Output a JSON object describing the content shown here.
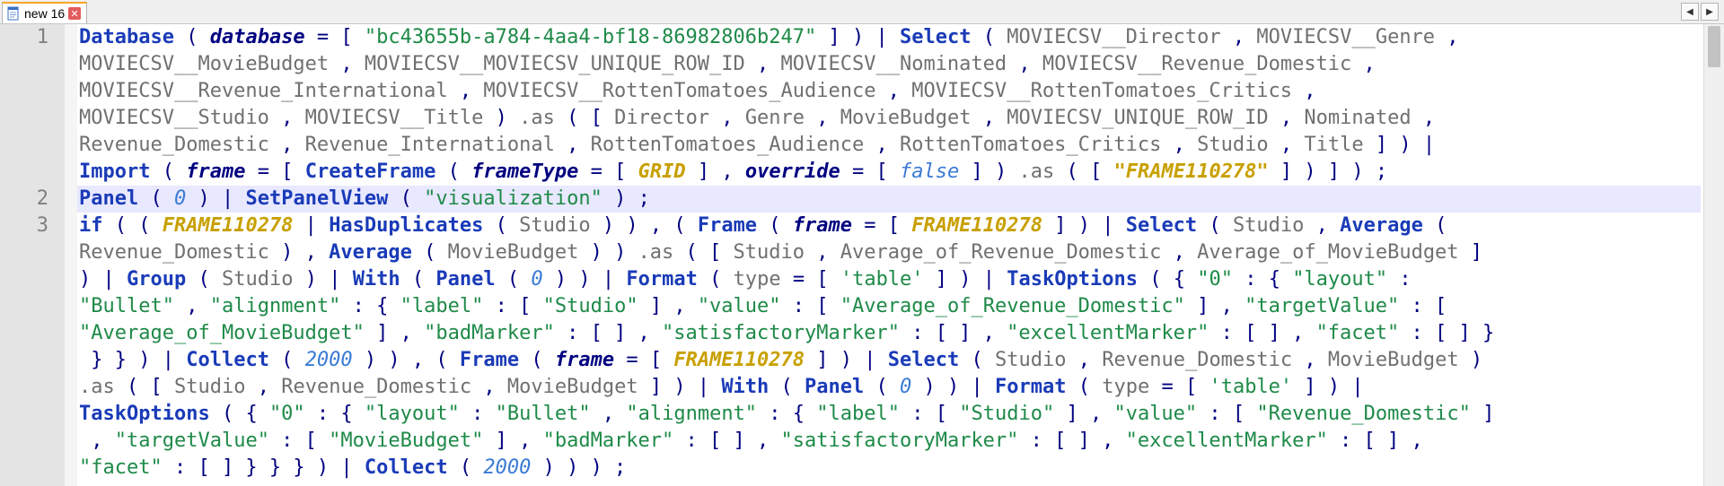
{
  "tab": {
    "title": "new 16",
    "close_glyph": "✕",
    "icon": "notepad-file-icon"
  },
  "nav": {
    "left": "◀",
    "right": "▶"
  },
  "line_numbers": [
    "1",
    "2",
    "3"
  ],
  "code_lines": [
    [
      [
        "kw",
        "Database"
      ],
      [
        "op",
        " ( "
      ],
      [
        "param",
        "database"
      ],
      [
        "op",
        " = [ "
      ],
      [
        "str",
        "\"bc43655b-a784-4aa4-bf18-86982806b247\""
      ],
      [
        "op",
        " ] ) | "
      ],
      [
        "kw",
        "Select"
      ],
      [
        "op",
        " ( "
      ],
      [
        "id",
        "MOVIECSV__Director"
      ],
      [
        "op",
        " , "
      ],
      [
        "id",
        "MOVIECSV__Genre"
      ],
      [
        "op",
        " ,"
      ]
    ],
    [
      [
        "id",
        "MOVIECSV__MovieBudget"
      ],
      [
        "op",
        " , "
      ],
      [
        "id",
        "MOVIECSV__MOVIECSV_UNIQUE_ROW_ID"
      ],
      [
        "op",
        " , "
      ],
      [
        "id",
        "MOVIECSV__Nominated"
      ],
      [
        "op",
        " , "
      ],
      [
        "id",
        "MOVIECSV__Revenue_Domestic"
      ],
      [
        "op",
        " ,"
      ]
    ],
    [
      [
        "id",
        "MOVIECSV__Revenue_International"
      ],
      [
        "op",
        " , "
      ],
      [
        "id",
        "MOVIECSV__RottenTomatoes_Audience"
      ],
      [
        "op",
        " , "
      ],
      [
        "id",
        "MOVIECSV__RottenTomatoes_Critics"
      ],
      [
        "op",
        " ,"
      ]
    ],
    [
      [
        "id",
        "MOVIECSV__Studio"
      ],
      [
        "op",
        " , "
      ],
      [
        "id",
        "MOVIECSV__Title"
      ],
      [
        "op",
        " ) "
      ],
      [
        "id",
        ".as"
      ],
      [
        "op",
        " ( [ "
      ],
      [
        "id",
        "Director"
      ],
      [
        "op",
        " , "
      ],
      [
        "id",
        "Genre"
      ],
      [
        "op",
        " , "
      ],
      [
        "id",
        "MovieBudget"
      ],
      [
        "op",
        " , "
      ],
      [
        "id",
        "MOVIECSV_UNIQUE_ROW_ID"
      ],
      [
        "op",
        " , "
      ],
      [
        "id",
        "Nominated"
      ],
      [
        "op",
        " ,"
      ]
    ],
    [
      [
        "id",
        "Revenue_Domestic"
      ],
      [
        "op",
        " , "
      ],
      [
        "id",
        "Revenue_International"
      ],
      [
        "op",
        " , "
      ],
      [
        "id",
        "RottenTomatoes_Audience"
      ],
      [
        "op",
        " , "
      ],
      [
        "id",
        "RottenTomatoes_Critics"
      ],
      [
        "op",
        " , "
      ],
      [
        "id",
        "Studio"
      ],
      [
        "op",
        " , "
      ],
      [
        "id",
        "Title"
      ],
      [
        "op",
        " ] ) |"
      ]
    ],
    [
      [
        "kw",
        "Import"
      ],
      [
        "op",
        " ( "
      ],
      [
        "param",
        "frame"
      ],
      [
        "op",
        " = [ "
      ],
      [
        "fn",
        "CreateFrame"
      ],
      [
        "op",
        " ( "
      ],
      [
        "param",
        "frameType"
      ],
      [
        "op",
        " = [ "
      ],
      [
        "frame",
        "GRID"
      ],
      [
        "op",
        " ] , "
      ],
      [
        "param",
        "override"
      ],
      [
        "op",
        " = [ "
      ],
      [
        "bool",
        "false"
      ],
      [
        "op",
        " ] ) "
      ],
      [
        "id",
        ".as"
      ],
      [
        "op",
        " ( [ "
      ],
      [
        "frame",
        "\"FRAME110278\""
      ],
      [
        "op",
        " ] ) ] ) ;"
      ]
    ],
    [
      [
        "kw",
        "Panel"
      ],
      [
        "op",
        " ( "
      ],
      [
        "num",
        "0"
      ],
      [
        "op",
        " ) | "
      ],
      [
        "kw",
        "SetPanelView"
      ],
      [
        "op",
        " ( "
      ],
      [
        "str",
        "\"visualization\""
      ],
      [
        "op",
        " ) ;"
      ]
    ],
    [
      [
        "kw",
        "if"
      ],
      [
        "op",
        " ( ( "
      ],
      [
        "frame",
        "FRAME110278"
      ],
      [
        "op",
        " | "
      ],
      [
        "kw",
        "HasDuplicates"
      ],
      [
        "op",
        " ( "
      ],
      [
        "id",
        "Studio"
      ],
      [
        "op",
        " ) ) , ( "
      ],
      [
        "kw",
        "Frame"
      ],
      [
        "op",
        " ( "
      ],
      [
        "param",
        "frame"
      ],
      [
        "op",
        " = [ "
      ],
      [
        "frame",
        "FRAME110278"
      ],
      [
        "op",
        " ] ) | "
      ],
      [
        "kw",
        "Select"
      ],
      [
        "op",
        " ( "
      ],
      [
        "id",
        "Studio"
      ],
      [
        "op",
        " , "
      ],
      [
        "kw",
        "Average"
      ],
      [
        "op",
        " ("
      ]
    ],
    [
      [
        "id",
        "Revenue_Domestic"
      ],
      [
        "op",
        " ) , "
      ],
      [
        "kw",
        "Average"
      ],
      [
        "op",
        " ( "
      ],
      [
        "id",
        "MovieBudget"
      ],
      [
        "op",
        " ) ) "
      ],
      [
        "id",
        ".as"
      ],
      [
        "op",
        " ( [ "
      ],
      [
        "id",
        "Studio"
      ],
      [
        "op",
        " , "
      ],
      [
        "id",
        "Average_of_Revenue_Domestic"
      ],
      [
        "op",
        " , "
      ],
      [
        "id",
        "Average_of_MovieBudget"
      ],
      [
        "op",
        " ]"
      ]
    ],
    [
      [
        "op",
        ") | "
      ],
      [
        "kw",
        "Group"
      ],
      [
        "op",
        " ( "
      ],
      [
        "id",
        "Studio"
      ],
      [
        "op",
        " ) | "
      ],
      [
        "kw",
        "With"
      ],
      [
        "op",
        " ( "
      ],
      [
        "kw",
        "Panel"
      ],
      [
        "op",
        " ( "
      ],
      [
        "num",
        "0"
      ],
      [
        "op",
        " ) ) | "
      ],
      [
        "kw",
        "Format"
      ],
      [
        "op",
        " ( "
      ],
      [
        "id",
        "type"
      ],
      [
        "op",
        " = [ "
      ],
      [
        "str",
        "'table'"
      ],
      [
        "op",
        " ] ) | "
      ],
      [
        "kw",
        "TaskOptions"
      ],
      [
        "op",
        " ( { "
      ],
      [
        "str",
        "\"0\""
      ],
      [
        "op",
        " : { "
      ],
      [
        "str",
        "\"layout\""
      ],
      [
        "op",
        " :"
      ]
    ],
    [
      [
        "str",
        "\"Bullet\""
      ],
      [
        "op",
        " , "
      ],
      [
        "str",
        "\"alignment\""
      ],
      [
        "op",
        " : { "
      ],
      [
        "str",
        "\"label\""
      ],
      [
        "op",
        " : [ "
      ],
      [
        "str",
        "\"Studio\""
      ],
      [
        "op",
        " ] , "
      ],
      [
        "str",
        "\"value\""
      ],
      [
        "op",
        " : [ "
      ],
      [
        "str",
        "\"Average_of_Revenue_Domestic\""
      ],
      [
        "op",
        " ] , "
      ],
      [
        "str",
        "\"targetValue\""
      ],
      [
        "op",
        " : ["
      ]
    ],
    [
      [
        "str",
        "\"Average_of_MovieBudget\""
      ],
      [
        "op",
        " ] , "
      ],
      [
        "str",
        "\"badMarker\""
      ],
      [
        "op",
        " : [ ] , "
      ],
      [
        "str",
        "\"satisfactoryMarker\""
      ],
      [
        "op",
        " : [ ] , "
      ],
      [
        "str",
        "\"excellentMarker\""
      ],
      [
        "op",
        " : [ ] , "
      ],
      [
        "str",
        "\"facet\""
      ],
      [
        "op",
        " : [ ] }"
      ]
    ],
    [
      [
        "op",
        " } } ) | "
      ],
      [
        "kw",
        "Collect"
      ],
      [
        "op",
        " ( "
      ],
      [
        "num",
        "2000"
      ],
      [
        "op",
        " ) ) , ( "
      ],
      [
        "kw",
        "Frame"
      ],
      [
        "op",
        " ( "
      ],
      [
        "param",
        "frame"
      ],
      [
        "op",
        " = [ "
      ],
      [
        "frame",
        "FRAME110278"
      ],
      [
        "op",
        " ] ) | "
      ],
      [
        "kw",
        "Select"
      ],
      [
        "op",
        " ( "
      ],
      [
        "id",
        "Studio"
      ],
      [
        "op",
        " , "
      ],
      [
        "id",
        "Revenue_Domestic"
      ],
      [
        "op",
        " , "
      ],
      [
        "id",
        "MovieBudget"
      ],
      [
        "op",
        " )"
      ]
    ],
    [
      [
        "id",
        ".as"
      ],
      [
        "op",
        " ( [ "
      ],
      [
        "id",
        "Studio"
      ],
      [
        "op",
        " , "
      ],
      [
        "id",
        "Revenue_Domestic"
      ],
      [
        "op",
        " , "
      ],
      [
        "id",
        "MovieBudget"
      ],
      [
        "op",
        " ] ) | "
      ],
      [
        "kw",
        "With"
      ],
      [
        "op",
        " ( "
      ],
      [
        "kw",
        "Panel"
      ],
      [
        "op",
        " ( "
      ],
      [
        "num",
        "0"
      ],
      [
        "op",
        " ) ) | "
      ],
      [
        "kw",
        "Format"
      ],
      [
        "op",
        " ( "
      ],
      [
        "id",
        "type"
      ],
      [
        "op",
        " = [ "
      ],
      [
        "str",
        "'table'"
      ],
      [
        "op",
        " ] ) |"
      ]
    ],
    [
      [
        "kw",
        "TaskOptions"
      ],
      [
        "op",
        " ( { "
      ],
      [
        "str",
        "\"0\""
      ],
      [
        "op",
        " : { "
      ],
      [
        "str",
        "\"layout\""
      ],
      [
        "op",
        " : "
      ],
      [
        "str",
        "\"Bullet\""
      ],
      [
        "op",
        " , "
      ],
      [
        "str",
        "\"alignment\""
      ],
      [
        "op",
        " : { "
      ],
      [
        "str",
        "\"label\""
      ],
      [
        "op",
        " : [ "
      ],
      [
        "str",
        "\"Studio\""
      ],
      [
        "op",
        " ] , "
      ],
      [
        "str",
        "\"value\""
      ],
      [
        "op",
        " : [ "
      ],
      [
        "str",
        "\"Revenue_Domestic\""
      ],
      [
        "op",
        " ]"
      ]
    ],
    [
      [
        "op",
        " , "
      ],
      [
        "str",
        "\"targetValue\""
      ],
      [
        "op",
        " : [ "
      ],
      [
        "str",
        "\"MovieBudget\""
      ],
      [
        "op",
        " ] , "
      ],
      [
        "str",
        "\"badMarker\""
      ],
      [
        "op",
        " : [ ] , "
      ],
      [
        "str",
        "\"satisfactoryMarker\""
      ],
      [
        "op",
        " : [ ] , "
      ],
      [
        "str",
        "\"excellentMarker\""
      ],
      [
        "op",
        " : [ ] ,"
      ]
    ],
    [
      [
        "str",
        "\"facet\""
      ],
      [
        "op",
        " : [ ] } } } ) | "
      ],
      [
        "kw",
        "Collect"
      ],
      [
        "op",
        " ( "
      ],
      [
        "num",
        "2000"
      ],
      [
        "op",
        " ) ) ) ;"
      ]
    ]
  ]
}
